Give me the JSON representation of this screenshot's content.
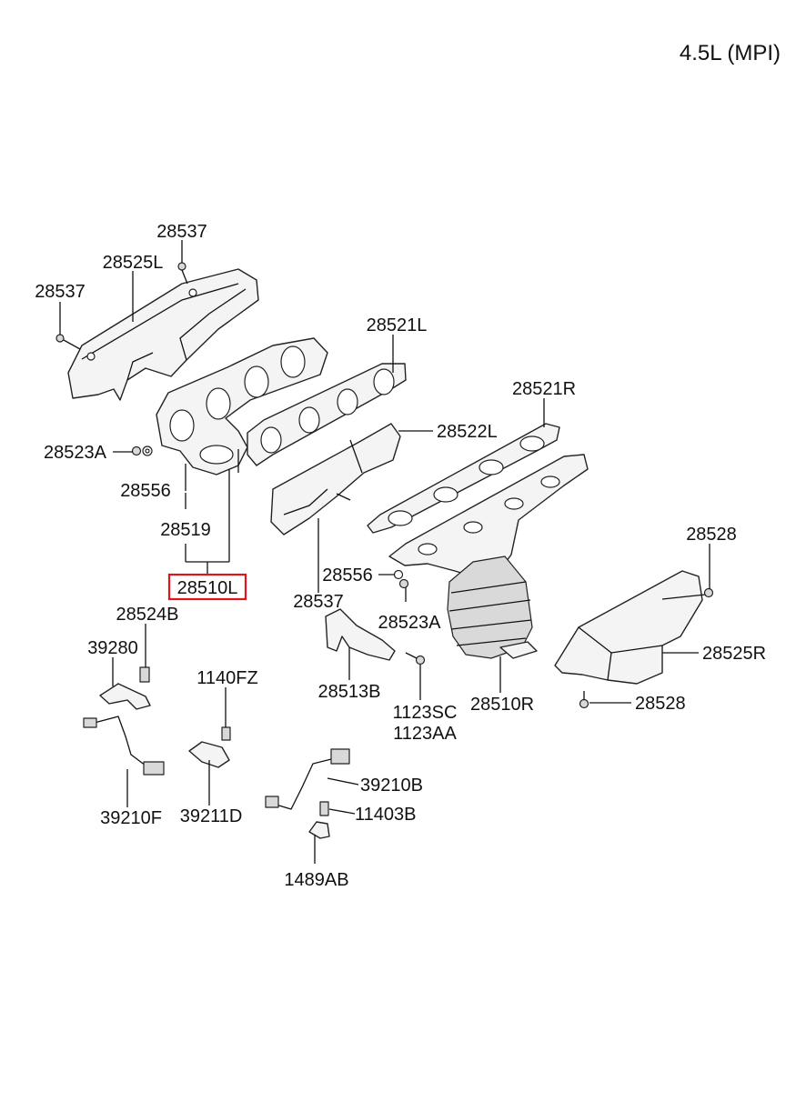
{
  "header": {
    "engine_spec": "4.5L (MPI)"
  },
  "labels": {
    "p28537_top": "28537",
    "p28525L": "28525L",
    "p28537_left": "28537",
    "p28521L": "28521L",
    "p28521R": "28521R",
    "p28522L": "28522L",
    "p28523A_left": "28523A",
    "p28556_left": "28556",
    "p28519": "28519",
    "p28510L": "28510L",
    "p28556_mid": "28556",
    "p28537_mid": "28537",
    "p28523A_mid": "28523A",
    "p28528_top": "28528",
    "p28525R": "28525R",
    "p28528_bot": "28528",
    "p28524B": "28524B",
    "p39280": "39280",
    "p1140FZ": "1140FZ",
    "p28513B": "28513B",
    "p1123SC": "1123SC",
    "p1123AA": "1123AA",
    "p28510R": "28510R",
    "p39210B": "39210B",
    "p11403B": "11403B",
    "p39210F": "39210F",
    "p39211D": "39211D",
    "p1489AB": "1489AB"
  },
  "highlight": {
    "part": "28510L",
    "color": "#e0141e"
  }
}
